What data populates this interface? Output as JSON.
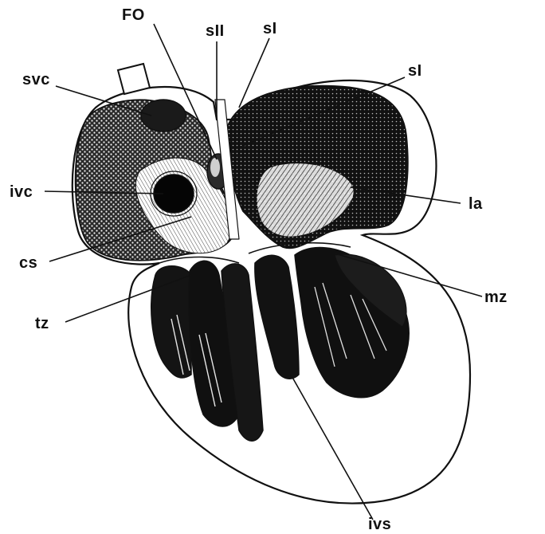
{
  "figure": {
    "labels": {
      "fo": "FO",
      "sii": "sII",
      "si_top": "sI",
      "si_right": "sI",
      "svc": "svc",
      "ivc": "ivc",
      "la": "la",
      "cs": "cs",
      "mz": "mz",
      "tz": "tz",
      "ivs": "ivs"
    },
    "colors": {
      "ink": "#111111",
      "paper": "#ffffff",
      "dark_fill": "#151515",
      "mid_fill": "#3a3a3a",
      "light_fill": "#d8d8d8"
    }
  }
}
